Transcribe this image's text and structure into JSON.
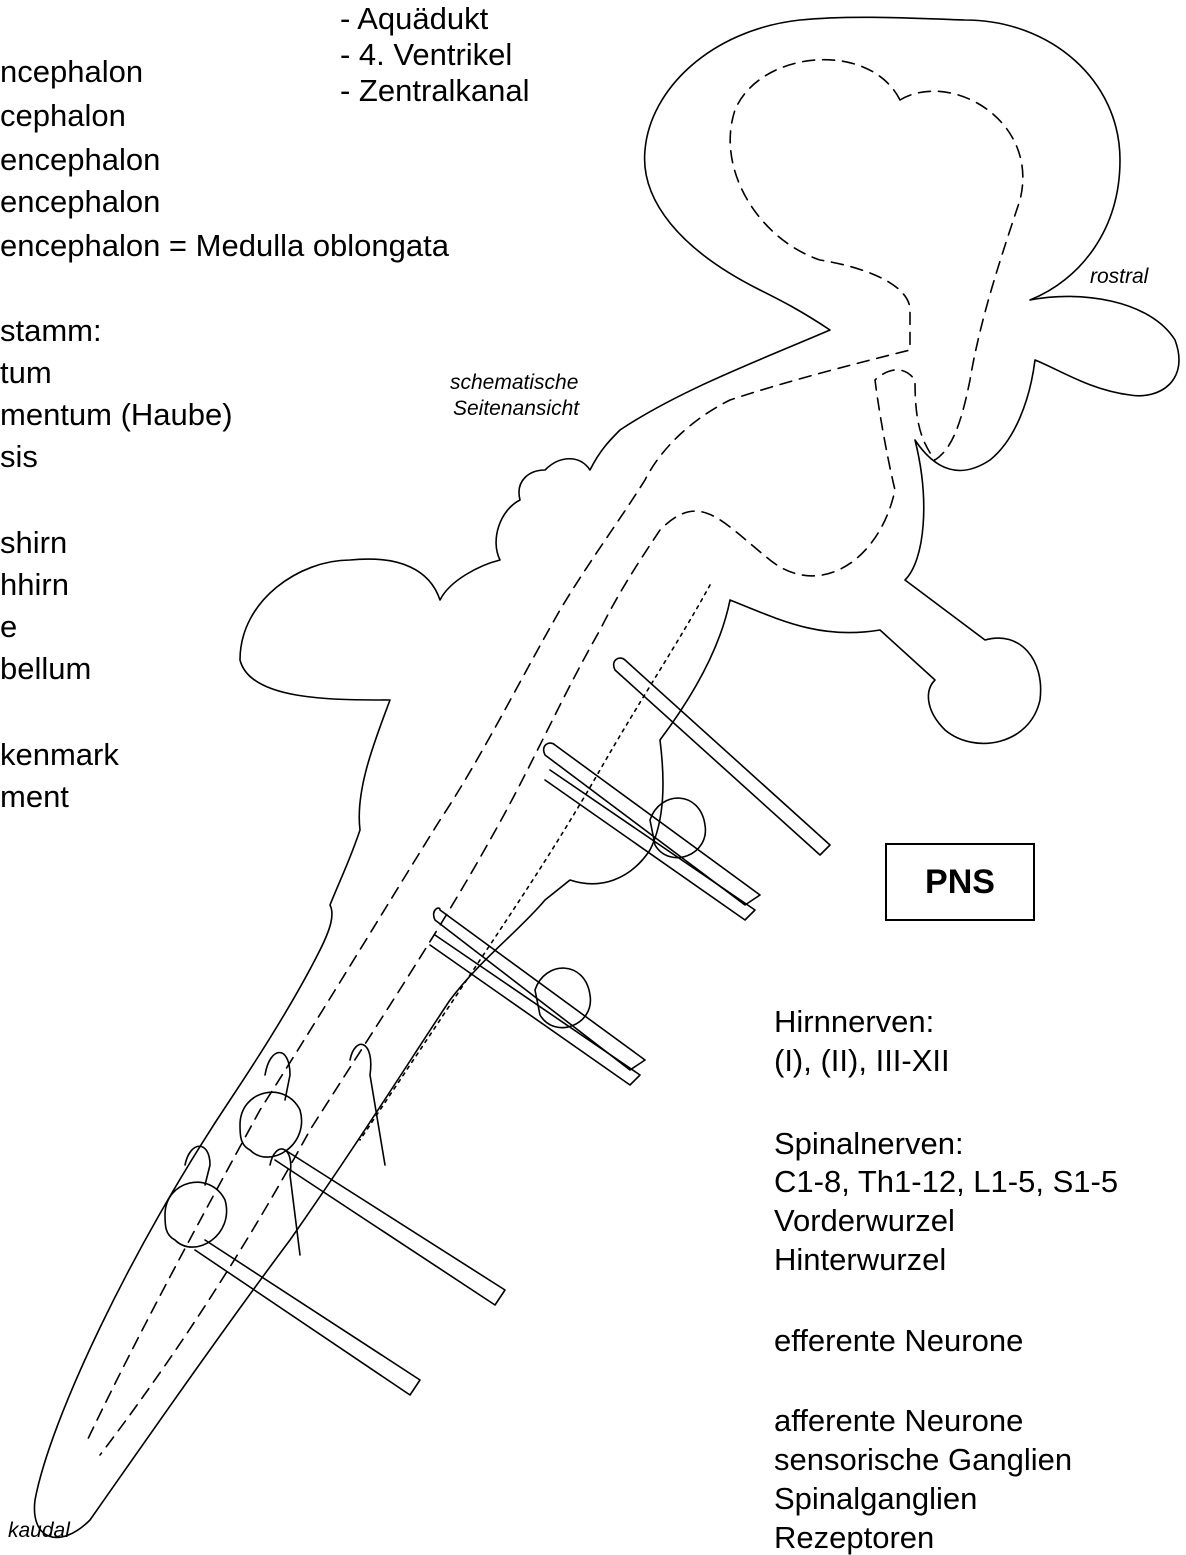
{
  "ventricle_list": [
    "- Aquädukt",
    "- 4. Ventrikel",
    "- Zentralkanal"
  ],
  "brain_divisions": [
    "ncephalon",
    "cephalon",
    "encephalon",
    "encephalon",
    "encephalon = Medulla oblongata"
  ],
  "brainstem": {
    "heading": "stamm:",
    "items": [
      "tum",
      "mentum (Haube)",
      "sis"
    ]
  },
  "brain_parts": [
    "shirn",
    "hhirn",
    "e",
    "bellum"
  ],
  "spinal_parts": [
    "kenmark",
    "ment"
  ],
  "labels": {
    "rostral": "rostral",
    "kaudal": "kaudal",
    "view_line1": "schematische",
    "view_line2": "Seitenansicht"
  },
  "pns_title": "PNS",
  "pns_lines": [
    "Hirnnerven:",
    "(I), (II), III-XII",
    "",
    "Spinalnerven:",
    "C1-8, Th1-12, L1-5, S1-5",
    "Vorderwurzel",
    "Hinterwurzel",
    "",
    "efferente Neurone",
    "",
    "afferente Neurone",
    "sensorische Ganglien",
    "Spinalganglien",
    "Rezeptoren"
  ]
}
